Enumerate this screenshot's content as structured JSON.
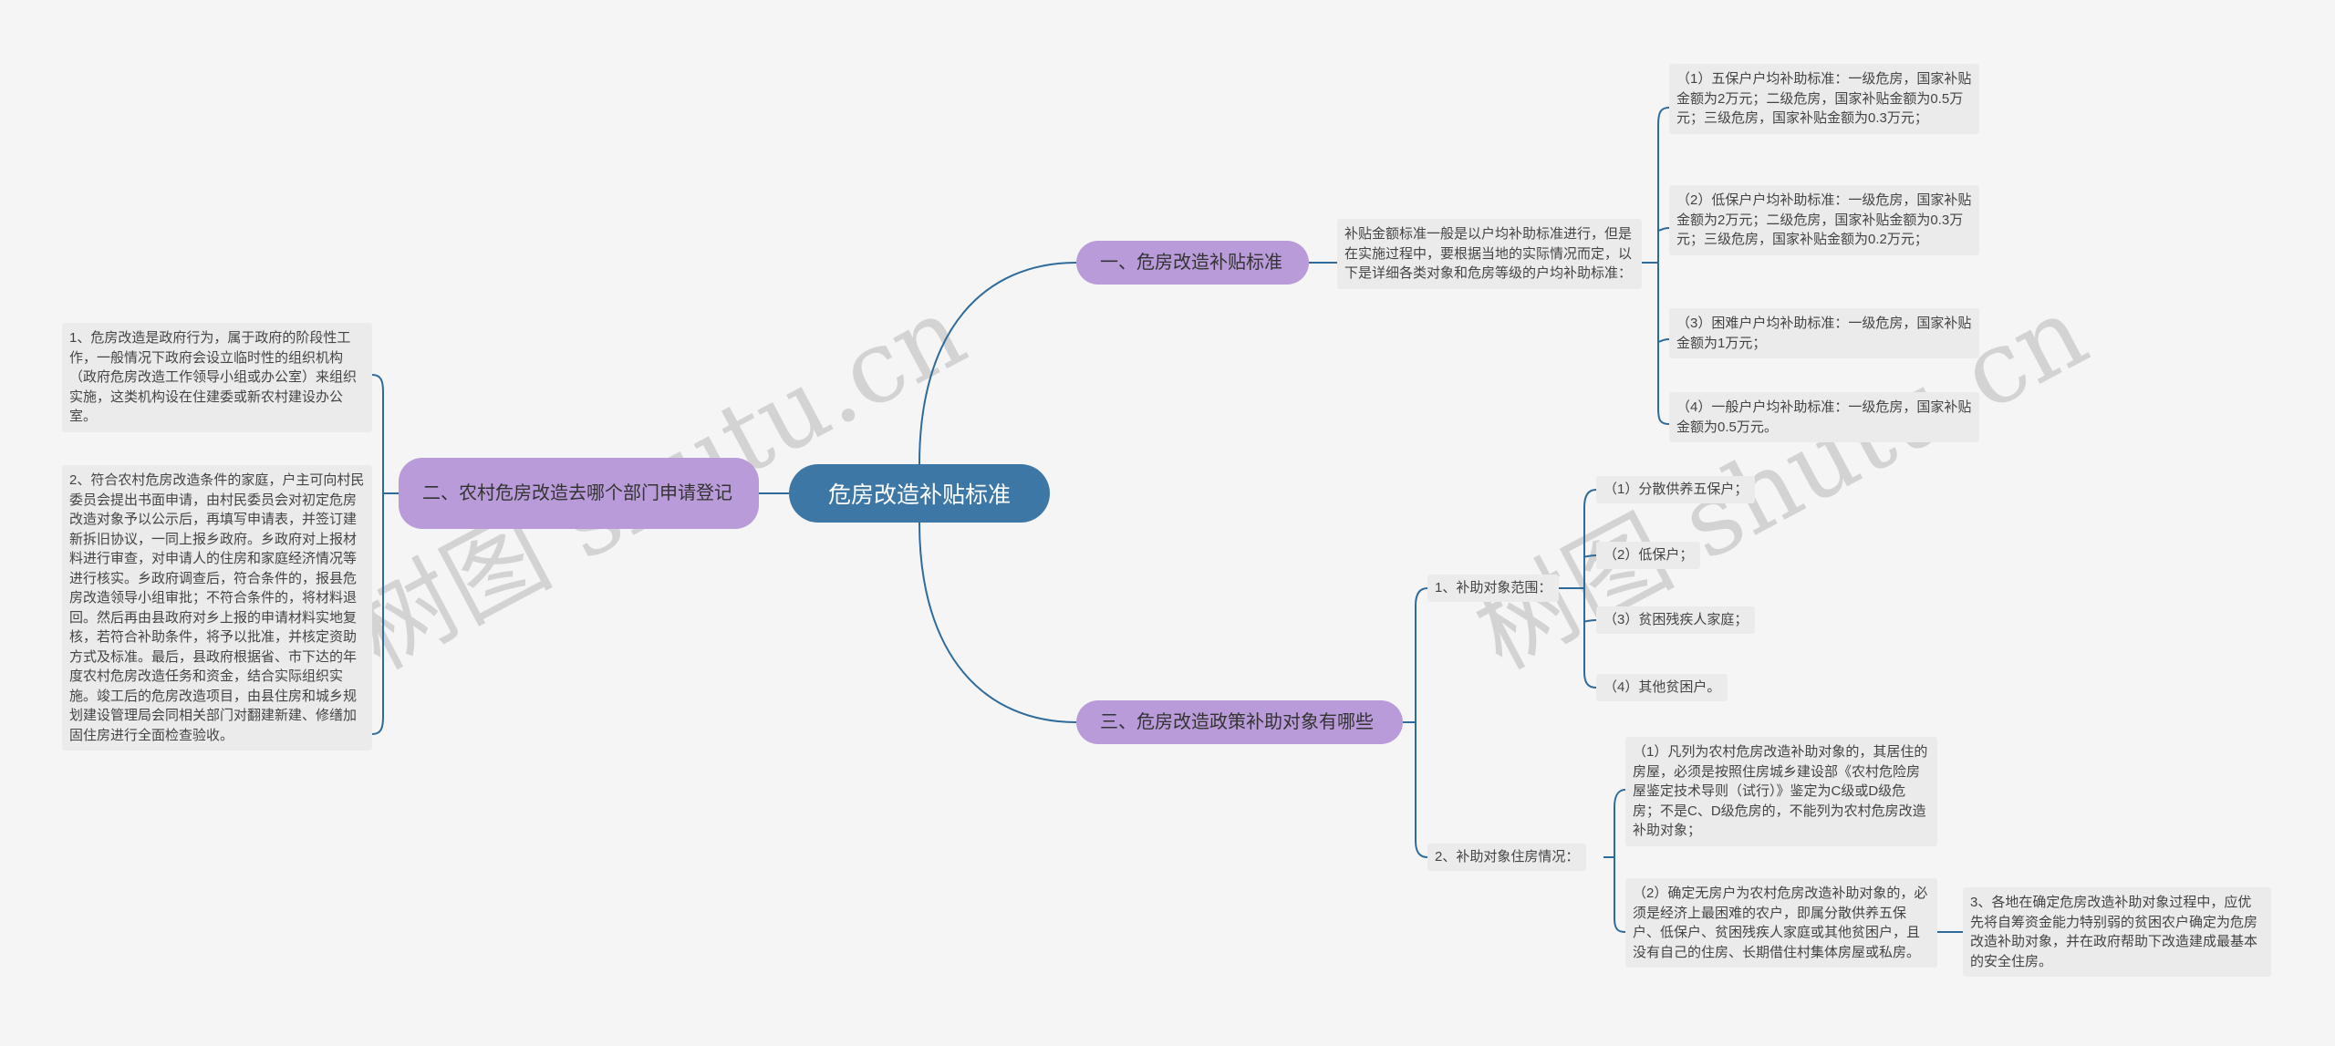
{
  "root": {
    "title": "危房改造补贴标准"
  },
  "watermark": "树图 shutu.cn",
  "branch1": {
    "title": "一、危房改造补贴标准",
    "intro": "补贴金额标准一般是以户均补助标准进行，但是在实施过程中，要根据当地的实际情况而定，以下是详细各类对象和危房等级的户均补助标准：",
    "items": [
      "（1）五保户户均补助标准：一级危房，国家补贴金额为2万元；二级危房，国家补贴金额为0.5万元；三级危房，国家补贴金额为0.3万元；",
      "（2）低保户户均补助标准：一级危房，国家补贴金额为2万元；二级危房，国家补贴金额为0.3万元；三级危房，国家补贴金额为0.2万元；",
      "（3）困难户户均补助标准：一级危房，国家补贴金额为1万元；",
      "（4）一般户户均补助标准：一级危房，国家补贴金额为0.5万元。"
    ]
  },
  "branch2": {
    "title": "二、农村危房改造去哪个部门申请登记",
    "items": [
      "1、危房改造是政府行为，属于政府的阶段性工作，一般情况下政府会设立临时性的组织机构（政府危房改造工作领导小组或办公室）来组织实施，这类机构设在住建委或新农村建设办公室。",
      "2、符合农村危房改造条件的家庭，户主可向村民委员会提出书面申请，由村民委员会对初定危房改造对象予以公示后，再填写申请表，并签订建新拆旧协议，一同上报乡政府。乡政府对上报材料进行审查，对申请人的住房和家庭经济情况等进行核实。乡政府调查后，符合条件的，报县危房改造领导小组审批；不符合条件的，将材料退回。然后再由县政府对乡上报的申请材料实地复核，若符合补助条件，将予以批准，并核定资助方式及标准。最后，县政府根据省、市下达的年度农村危房改造任务和资金，结合实际组织实施。竣工后的危房改造项目，由县住房和城乡规划建设管理局会同相关部门对翻建新建、修缮加固住房进行全面检查验收。"
    ]
  },
  "branch3": {
    "title": "三、危房改造政策补助对象有哪些",
    "scope": {
      "label": "1、补助对象范围：",
      "items": [
        "（1）分散供养五保户；",
        "（2）低保户；",
        "（3）贫困残疾人家庭；",
        "（4）其他贫困户。"
      ]
    },
    "housing": {
      "label": "2、补助对象住房情况：",
      "items": [
        "（1）凡列为农村危房改造补助对象的，其居住的房屋，必须是按照住房城乡建设部《农村危险房屋鉴定技术导则（试行）》鉴定为C级或D级危房；不是C、D级危房的，不能列为农村危房改造补助对象；",
        "（2）确定无房户为农村危房改造补助对象的，必须是经济上最困难的农户，即属分散供养五保户、低保户、贫困残疾人家庭或其他贫困户，且没有自己的住房、长期借住村集体房屋或私房。"
      ],
      "note": "3、各地在确定危房改造补助对象过程中，应优先将自筹资金能力特别弱的贫困农户确定为危房改造补助对象，并在政府帮助下改造建成最基本的安全住房。"
    }
  }
}
